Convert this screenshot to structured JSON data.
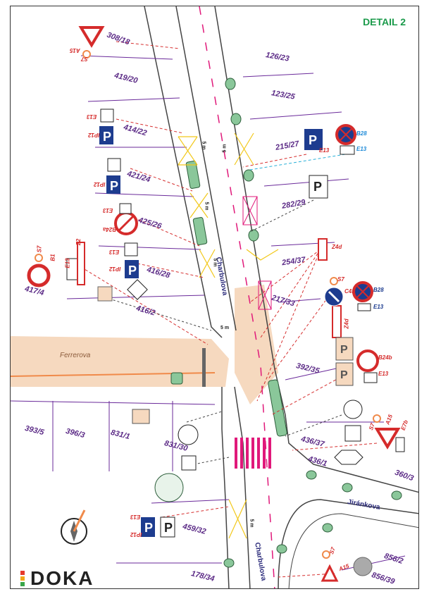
{
  "title": "DETAIL 2",
  "logo_text": "DOKA",
  "colors": {
    "road_line": "#444",
    "parcel": "#6a2a9a",
    "dash": "#d63030",
    "ferrerova_fill": "#f6d9bf",
    "crosswalk": "#e0197a",
    "green_block": "#8ac79a",
    "sign_red": "#d52b2b",
    "sign_blue": "#1d3c8f"
  },
  "parcels": [
    "308/18",
    "126/23",
    "419/20",
    "123/25",
    "414/22",
    "215/27",
    "421/24",
    "282/29",
    "425/26",
    "254/37",
    "416/28",
    "417/4",
    "416/2",
    "217/33",
    "392/35",
    "393/5",
    "396/3",
    "831/1",
    "831/30",
    "436/37",
    "436/1",
    "360/3",
    "459/32",
    "178/34",
    "856/2",
    "856/39"
  ],
  "streets": {
    "charbulova_upper": "Charbulova",
    "charbulova_lower": "Charbulova",
    "ferrerova": "Ferrerova",
    "jirankova": "Jiránkova"
  },
  "sign_codes": [
    "A15",
    "S7",
    "E13",
    "IP12",
    "B28",
    "E13",
    "E13",
    "IP12",
    "B24a",
    "E13",
    "Z4d",
    "S7",
    "C4b",
    "B28",
    "E13",
    "Z4d",
    "IP12",
    "E13",
    "B1",
    "S7",
    "E13",
    "Z2",
    "B24b",
    "E13",
    "S7",
    "A15",
    "E7b",
    "E13",
    "IP12",
    "S7",
    "A15"
  ],
  "distances": [
    "5 m",
    "5 m",
    "5 m",
    "5 m",
    "5 m",
    "5 m"
  ],
  "icons": [
    "compass-rose-icon",
    "parking-sign-icon",
    "no-stopping-sign-icon",
    "yield-sign-icon",
    "roadworks-sign-icon"
  ]
}
